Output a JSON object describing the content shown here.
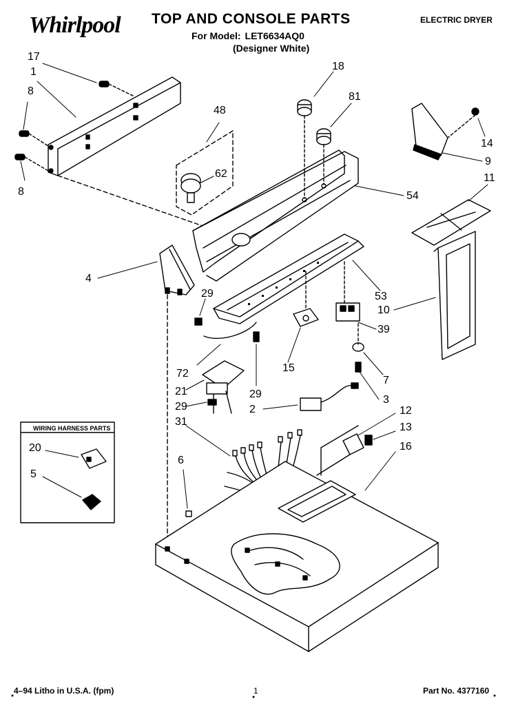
{
  "header": {
    "brand": "Whirlpool",
    "title": "TOP AND CONSOLE PARTS",
    "model_label": "For Model:",
    "model_number": "LET6634AQ0",
    "variant": "(Designer White)",
    "product_type": "ELECTRIC DRYER"
  },
  "inset": {
    "title": "WIRING HARNESS PARTS"
  },
  "callouts": [
    {
      "id": "c17",
      "text": "17"
    },
    {
      "id": "c1",
      "text": "1"
    },
    {
      "id": "c8a",
      "text": "8"
    },
    {
      "id": "c8b",
      "text": "8"
    },
    {
      "id": "c48",
      "text": "48"
    },
    {
      "id": "c62",
      "text": "62"
    },
    {
      "id": "c18",
      "text": "18"
    },
    {
      "id": "c81",
      "text": "81"
    },
    {
      "id": "c14",
      "text": "14"
    },
    {
      "id": "c9",
      "text": "9"
    },
    {
      "id": "c11",
      "text": "11"
    },
    {
      "id": "c54",
      "text": "54"
    },
    {
      "id": "c4",
      "text": "4"
    },
    {
      "id": "c53",
      "text": "53"
    },
    {
      "id": "c10",
      "text": "10"
    },
    {
      "id": "c29a",
      "text": "29"
    },
    {
      "id": "c39",
      "text": "39"
    },
    {
      "id": "c72",
      "text": "72"
    },
    {
      "id": "c15",
      "text": "15"
    },
    {
      "id": "c7",
      "text": "7"
    },
    {
      "id": "c21",
      "text": "21"
    },
    {
      "id": "c29b",
      "text": "29"
    },
    {
      "id": "c29c",
      "text": "29"
    },
    {
      "id": "c3",
      "text": "3"
    },
    {
      "id": "c2",
      "text": "2"
    },
    {
      "id": "c31",
      "text": "31"
    },
    {
      "id": "c12",
      "text": "12"
    },
    {
      "id": "c13",
      "text": "13"
    },
    {
      "id": "c16",
      "text": "16"
    },
    {
      "id": "c20",
      "text": "20"
    },
    {
      "id": "c5",
      "text": "5"
    },
    {
      "id": "c6",
      "text": "6"
    }
  ],
  "footer": {
    "litho": "4–94 Litho in U.S.A. (fpm)",
    "page": "1",
    "part_no": "Part No. 4377160"
  }
}
